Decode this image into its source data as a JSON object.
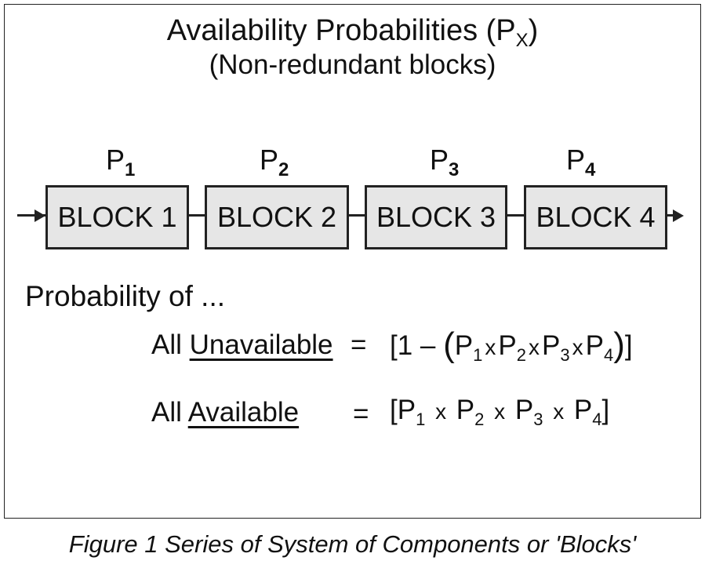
{
  "title": {
    "main": "Availability Probabilities (P",
    "sub": "X",
    "close": ")",
    "subtitle": "(Non-redundant blocks)"
  },
  "probabilities": [
    {
      "p": "P",
      "n": "1"
    },
    {
      "p": "P",
      "n": "2"
    },
    {
      "p": "P",
      "n": "3"
    },
    {
      "p": "P",
      "n": "4"
    }
  ],
  "blocks": [
    "BLOCK 1",
    "BLOCK 2",
    "BLOCK 3",
    "BLOCK 4"
  ],
  "probability_heading": "Probability of ...",
  "formulas": {
    "unavailable": {
      "prefix": "All ",
      "word": "Unavailable",
      "equals": "=",
      "open": "[1 – ",
      "lparen": "(",
      "rparen": ")",
      "close": "]",
      "terms": [
        "1",
        "2",
        "3",
        "4"
      ],
      "op": "x"
    },
    "available": {
      "prefix": "All ",
      "word": "Available",
      "equals": "=",
      "open": "[",
      "close": "]",
      "terms": [
        "1",
        "2",
        "3",
        "4"
      ],
      "op": "x"
    }
  },
  "caption": "Figure 1  Series of System of Components or 'Blocks'",
  "colors": {
    "block_fill": "#e6e6e6",
    "stroke": "#222222"
  }
}
